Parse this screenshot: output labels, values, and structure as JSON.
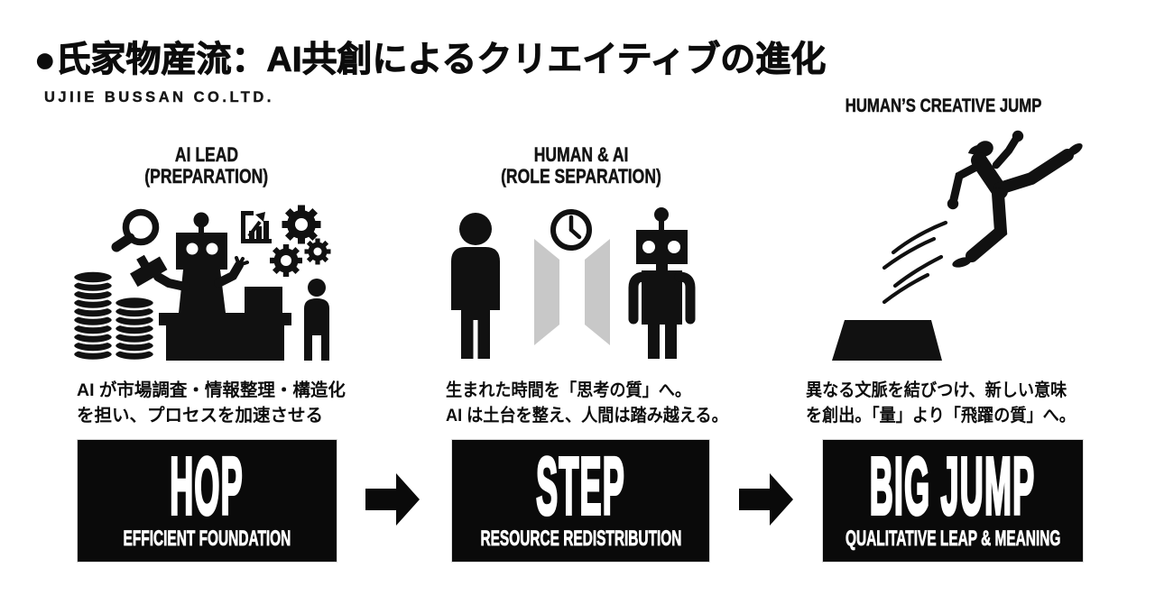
{
  "header": {
    "title": "●氏家物産流：AI共創によるクリエイティブの進化",
    "company": "UJIIE BUSSAN CO.LTD."
  },
  "stages": [
    {
      "heading1": "AI LEAD",
      "heading2": "(PREPARATION)",
      "desc1": "AI が市場調査・情報整理・構造化",
      "desc2": "を担い、プロセスを加速させる",
      "box_title": "HOP",
      "box_subtitle": "EFFICIENT FOUNDATION"
    },
    {
      "heading1": "HUMAN & AI",
      "heading2": "(ROLE SEPARATION)",
      "desc1": "生まれた時間を「思考の質」へ。",
      "desc2": "AI は土台を整え、人間は踏み越える。",
      "box_title": "STEP",
      "box_subtitle": "RESOURCE REDISTRIBUTION"
    },
    {
      "heading1": "HUMAN’S CREATIVE JUMP",
      "heading2": "",
      "desc1": "異なる文脈を結びつけ、新しい意味",
      "desc2": "を創出。「量」より「飛躍の質」へ。",
      "box_title": "BIG JUMP",
      "box_subtitle": "QUALITATIVE LEAP & MEANING"
    }
  ],
  "icons": {
    "stage1": [
      "magnifier-icon",
      "robot-at-desk-icon",
      "stamp-icon",
      "coin-stacks-icon",
      "chart-icon",
      "gears-icon",
      "small-person-icon"
    ],
    "stage2": [
      "human-icon",
      "clock-icon",
      "separator-panels-icon",
      "robot-icon"
    ],
    "stage3": [
      "jumping-person-icon",
      "motion-lines",
      "platform-icon"
    ],
    "between": "arrow-right-icon"
  },
  "colors": {
    "ink": "#111111",
    "panel_gray": "#c8c8c8",
    "box_bg": "#0a0a0a",
    "box_text": "#ffffff"
  }
}
